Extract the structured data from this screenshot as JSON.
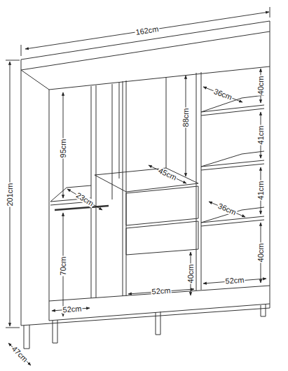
{
  "diagram": {
    "labels": [
      "162cm",
      "201cm",
      "95cm",
      "88cm",
      "36cm",
      "40cm",
      "41cm",
      "45cm",
      "23cm",
      "41cm",
      "36cm",
      "70cm",
      "40cm",
      "40cm",
      "52cm",
      "52cm",
      "52cm",
      "47cm"
    ]
  }
}
